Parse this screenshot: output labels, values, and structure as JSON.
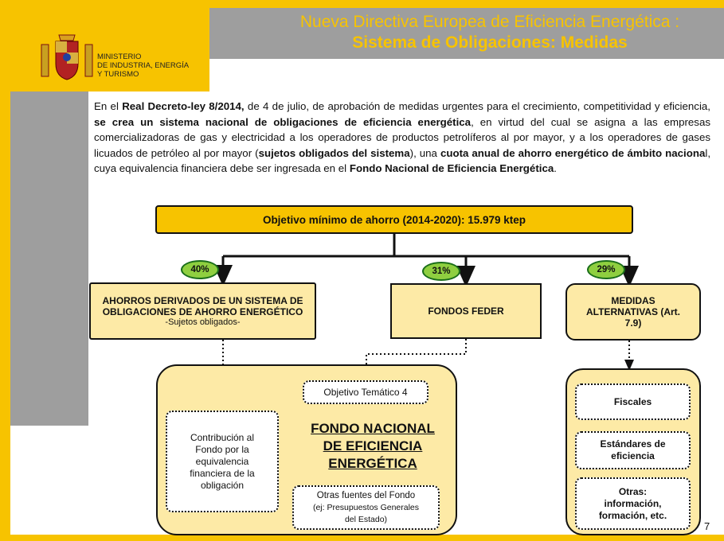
{
  "header": {
    "title_line1": "Nueva Directiva Europea de Eficiencia Energética :",
    "title_line2": "Sistema de Obligaciones: Medidas",
    "ministry_lines": [
      "MINISTERIO",
      "DE INDUSTRIA, ENERGÍA",
      "Y TURISMO"
    ]
  },
  "colors": {
    "brand_yellow": "#f7c300",
    "header_gray": "#9e9e9e",
    "box_fill": "#fdeaa6",
    "pct_green": "#8fcf40"
  },
  "intro": [
    {
      "t": "En el ",
      "b": false
    },
    {
      "t": "Real Decreto-ley 8/2014,",
      "b": true
    },
    {
      "t": " de 4 de julio, de aprobación de medidas urgentes para el crecimiento, competitividad y eficiencia, ",
      "b": false
    },
    {
      "t": "se crea un sistema nacional de obligaciones de eficiencia energética",
      "b": true
    },
    {
      "t": ", en virtud del cual se asigna a las empresas comercializadoras de gas y electricidad a los operadores de productos petrolíferos al por mayor, y a los operadores de gases licuados de petróleo al por mayor (",
      "b": false
    },
    {
      "t": "sujetos obligados del sistema",
      "b": true
    },
    {
      "t": "), una ",
      "b": false
    },
    {
      "t": "cuota anual de ahorro energético de ámbito naciona",
      "b": true
    },
    {
      "t": "l, cuya equivalencia financiera debe ser ingresada en el ",
      "b": false
    },
    {
      "t": "Fondo Nacional de Eficiencia Energética",
      "b": true
    },
    {
      "t": ".",
      "b": false
    }
  ],
  "diagram": {
    "objective": "Objetivo mínimo de ahorro (2014-2020): 15.979 ktep",
    "branches": [
      {
        "pct": "40%",
        "label_lines": [
          "AHORROS DERIVADOS DE UN SISTEMA DE",
          "OBLIGACIONES DE AHORRO ENERGÉTICO"
        ],
        "sub": "-Sujetos obligados-"
      },
      {
        "pct": "31%",
        "label_lines": [
          "FONDOS FEDER"
        ],
        "sub": ""
      },
      {
        "pct": "29%",
        "label_lines": [
          "MEDIDAS",
          "ALTERNATIVAS (Art.",
          "7.9)"
        ],
        "sub": ""
      }
    ],
    "fund_title_lines": [
      "FONDO NACIONAL",
      "DE EFICIENCIA",
      "ENERGÉTICA"
    ],
    "objetivo_tematico": "Objetivo Temático 4",
    "contribucion_lines": [
      "Contribución al",
      "Fondo por la",
      "equivalencia",
      "financiera de la",
      "obligación"
    ],
    "otras_fuentes_lines": [
      "Otras fuentes del Fondo",
      "(ej: Presupuestos Generales",
      "del Estado)"
    ],
    "alternative_measures": [
      {
        "lines": [
          "Fiscales"
        ]
      },
      {
        "lines": [
          "Estándares de",
          "eficiencia"
        ]
      },
      {
        "lines": [
          "Otras:",
          "información,",
          "formación, etc."
        ]
      }
    ]
  },
  "page_number": "7"
}
